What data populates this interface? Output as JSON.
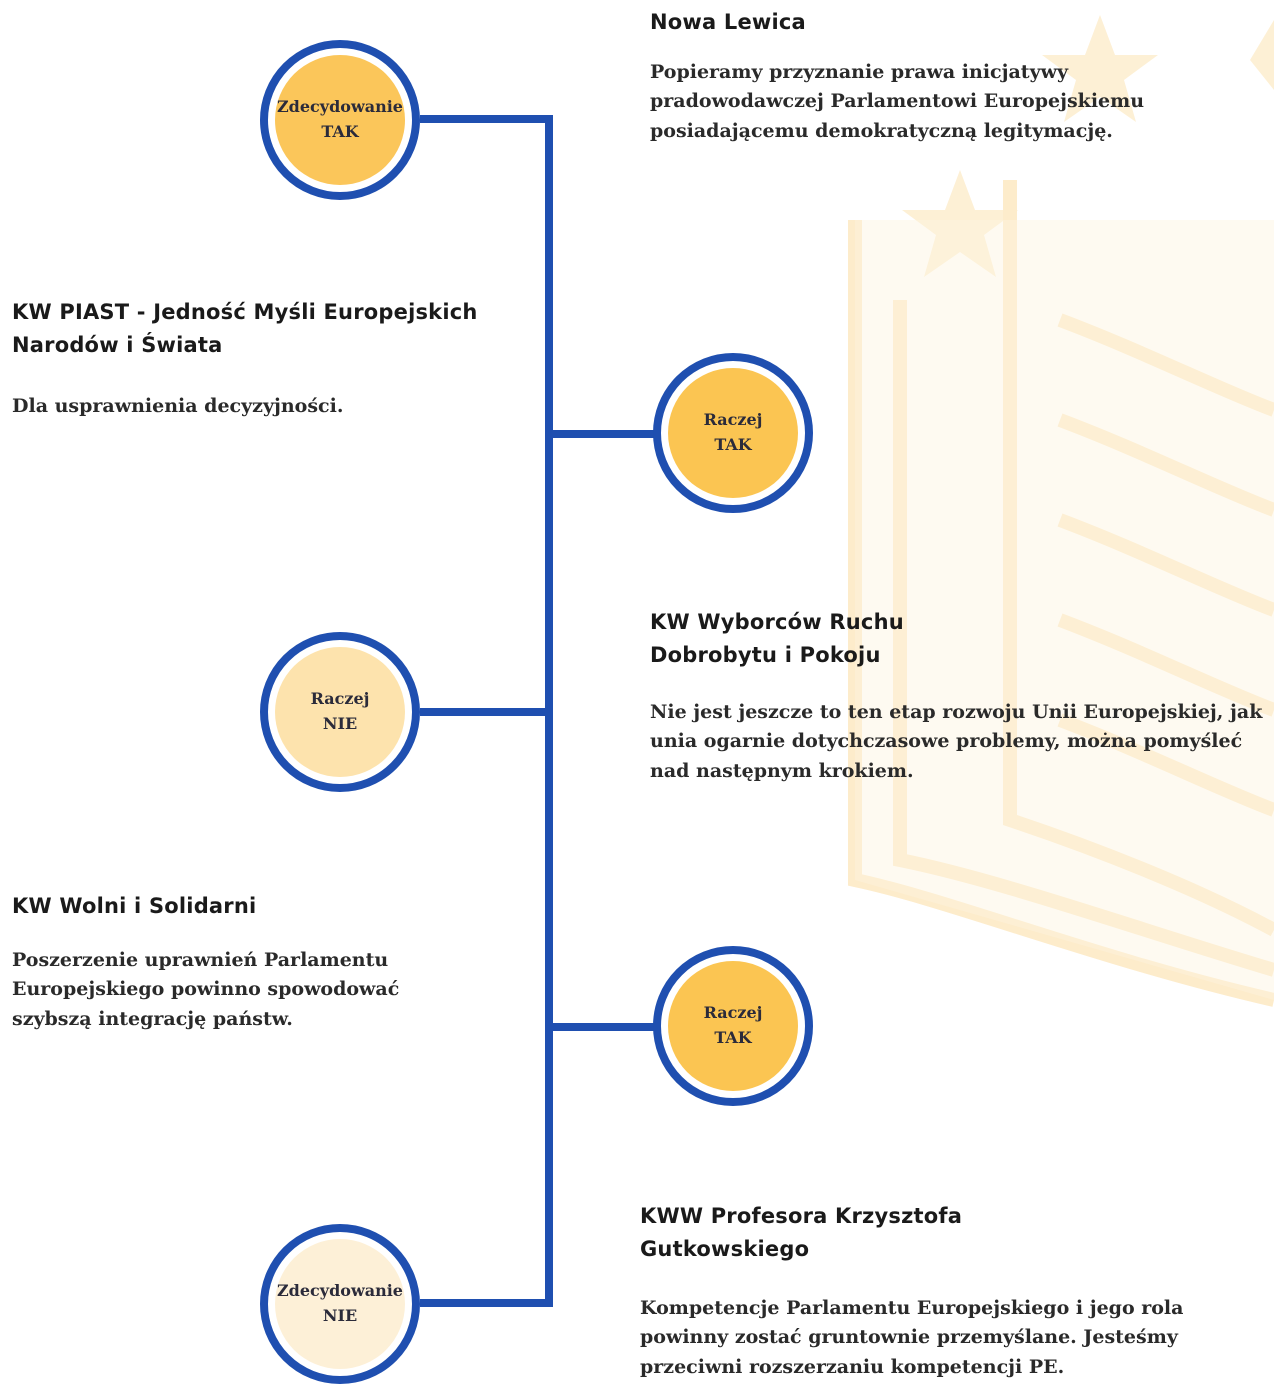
{
  "colors": {
    "line": "#1f4fb0",
    "decidedly_yes": "#fbc65a",
    "rather_yes": "#fbc552",
    "rather_no": "#fde3ad",
    "decidedly_no": "#fdf0d7",
    "background_deco": "#fbe9c4"
  },
  "nodes": [
    {
      "line1": "Zdecydowanie",
      "line2": "TAK",
      "fill": "#fbc65a"
    },
    {
      "line1": "Raczej",
      "line2": "TAK",
      "fill": "#fbc552"
    },
    {
      "line1": "Raczej",
      "line2": "NIE",
      "fill": "#fde3ad"
    },
    {
      "line1": "Raczej",
      "line2": "TAK",
      "fill": "#fbc552"
    },
    {
      "line1": "Zdecydowanie",
      "line2": "NIE",
      "fill": "#fdf0d7"
    }
  ],
  "entries": [
    {
      "party": "Nowa Lewica",
      "stance": "Popieramy przyznanie prawa inicjatywy pradowodawczej Parlamentowi Europejskiemu posiadającemu demokratyczną legitymację."
    },
    {
      "party": "KW PIAST - Jedność Myśli Europejskich Narodów i Świata",
      "stance": "Dla usprawnienia decyzyjności."
    },
    {
      "party": "KW Wyborców Ruchu Dobrobytu i Pokoju",
      "stance": "Nie jest jeszcze to ten etap rozwoju Unii Europejskiej, jak unia ogarnie dotychczasowe problemy, można pomyśleć nad następnym krokiem."
    },
    {
      "party": "KW Wolni i Solidarni",
      "stance": "Poszerzenie uprawnień Parlamentu Europejskiego powinno spowodować szybszą integrację państw."
    },
    {
      "party": "KWW Profesora Krzysztofa Gutkowskiego",
      "stance": "Kompetencje Parlamentu Europejskiego i jego rola powinny zostać gruntownie przemyślane. Jesteśmy przeciwni rozszerzaniu kompetencji PE."
    }
  ]
}
